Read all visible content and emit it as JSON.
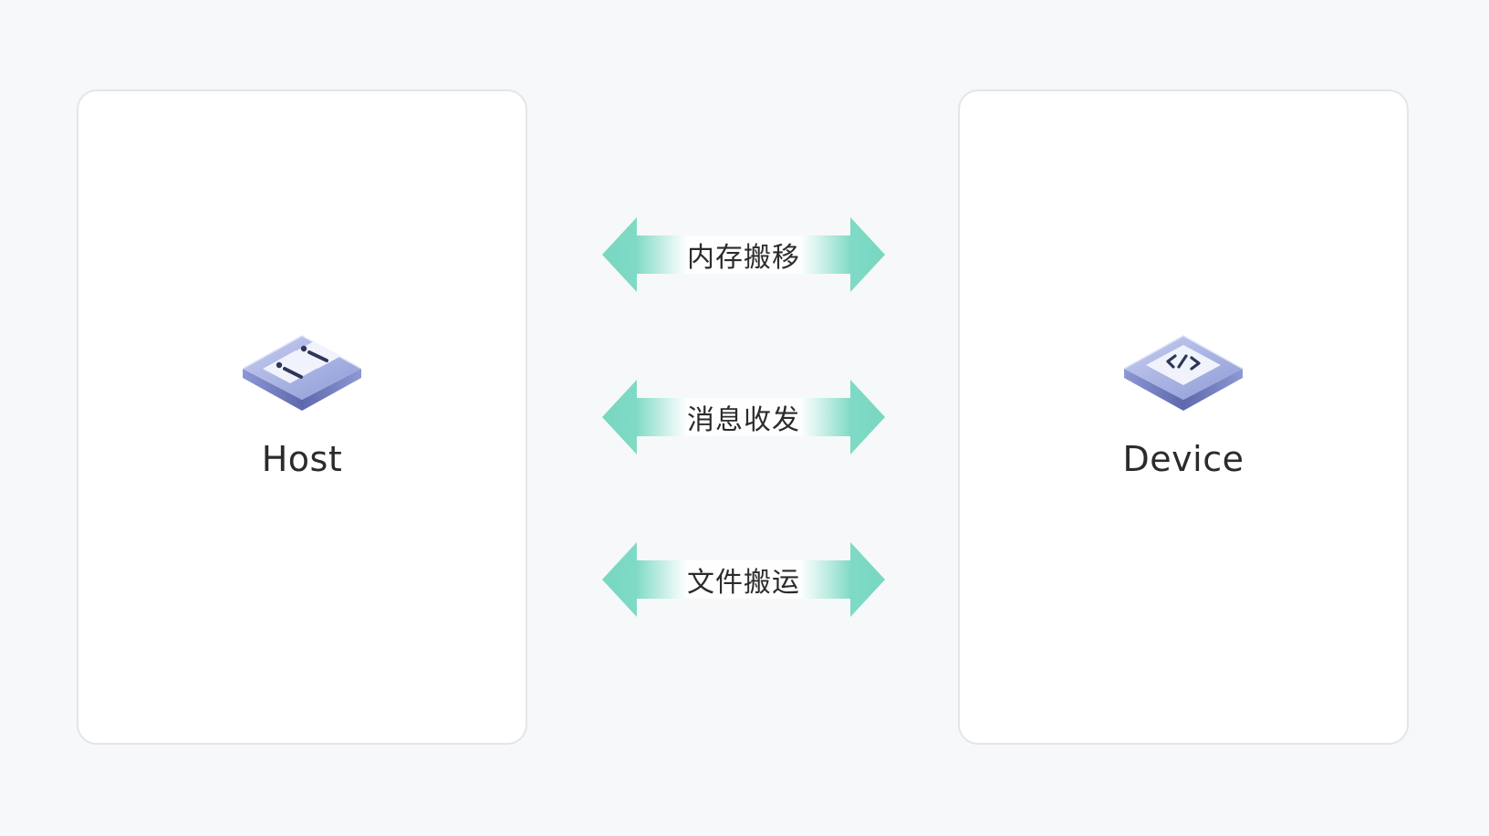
{
  "host": {
    "label": "Host",
    "icon": "server-icon"
  },
  "device": {
    "label": "Device",
    "icon": "code-chip-icon"
  },
  "channels": [
    {
      "label": "内存搬移",
      "icon": "double-arrow-icon"
    },
    {
      "label": "消息收发",
      "icon": "double-arrow-icon"
    },
    {
      "label": "文件搬运",
      "icon": "double-arrow-icon"
    }
  ],
  "colors": {
    "arrow": "#7dd9c4",
    "icon_top": "#e5e9fa",
    "icon_side": "#6774b8",
    "text": "#2b2b2b",
    "panel_border": "#e3e5ea",
    "background": "#f7f8fa"
  }
}
